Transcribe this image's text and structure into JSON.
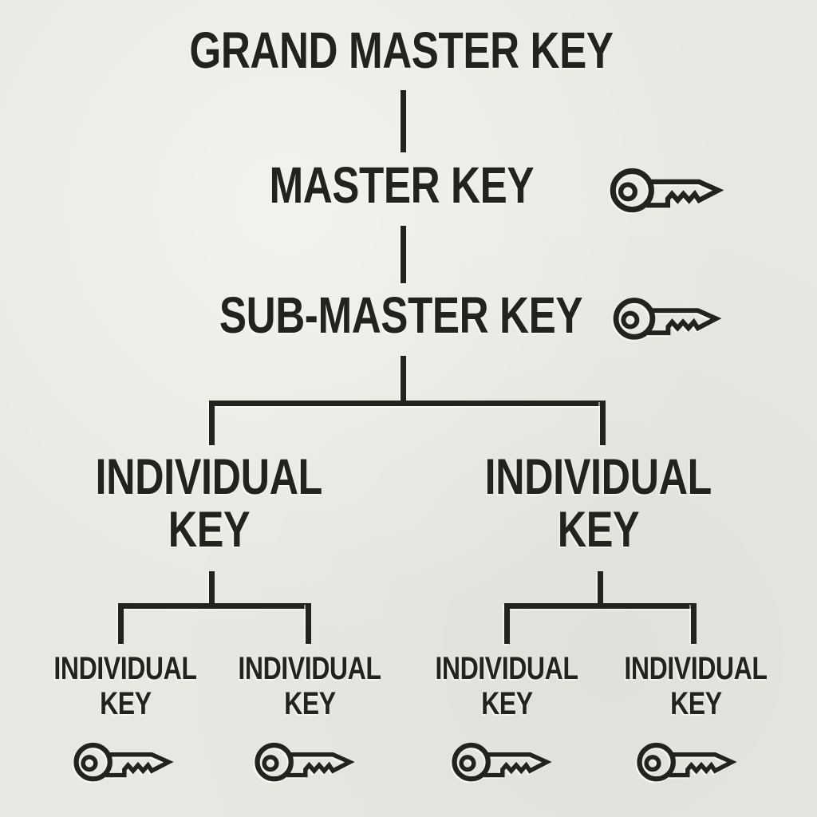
{
  "canvas": {
    "background_color": "#e9e7e1",
    "ink_color": "#23221f"
  },
  "icons": {
    "key": "key-icon"
  },
  "tree": {
    "root": {
      "label": "GRAND MASTER KEY"
    },
    "level2": {
      "label": "MASTER KEY",
      "icon": "key-icon"
    },
    "level3": {
      "label": "SUB-MASTER KEY",
      "icon": "key-icon"
    },
    "level4": [
      {
        "line1": "INDIVIDUAL",
        "line2": "KEY"
      },
      {
        "line1": "INDIVIDUAL",
        "line2": "KEY"
      }
    ],
    "level5": [
      {
        "line1": "INDIVIDUAL",
        "line2": "KEY",
        "icon": "key-icon"
      },
      {
        "line1": "INDIVIDUAL",
        "line2": "KEY",
        "icon": "key-icon"
      },
      {
        "line1": "INDIVIDUAL",
        "line2": "KEY",
        "icon": "key-icon"
      },
      {
        "line1": "INDIVIDUAL",
        "line2": "KEY",
        "icon": "key-icon"
      }
    ]
  }
}
